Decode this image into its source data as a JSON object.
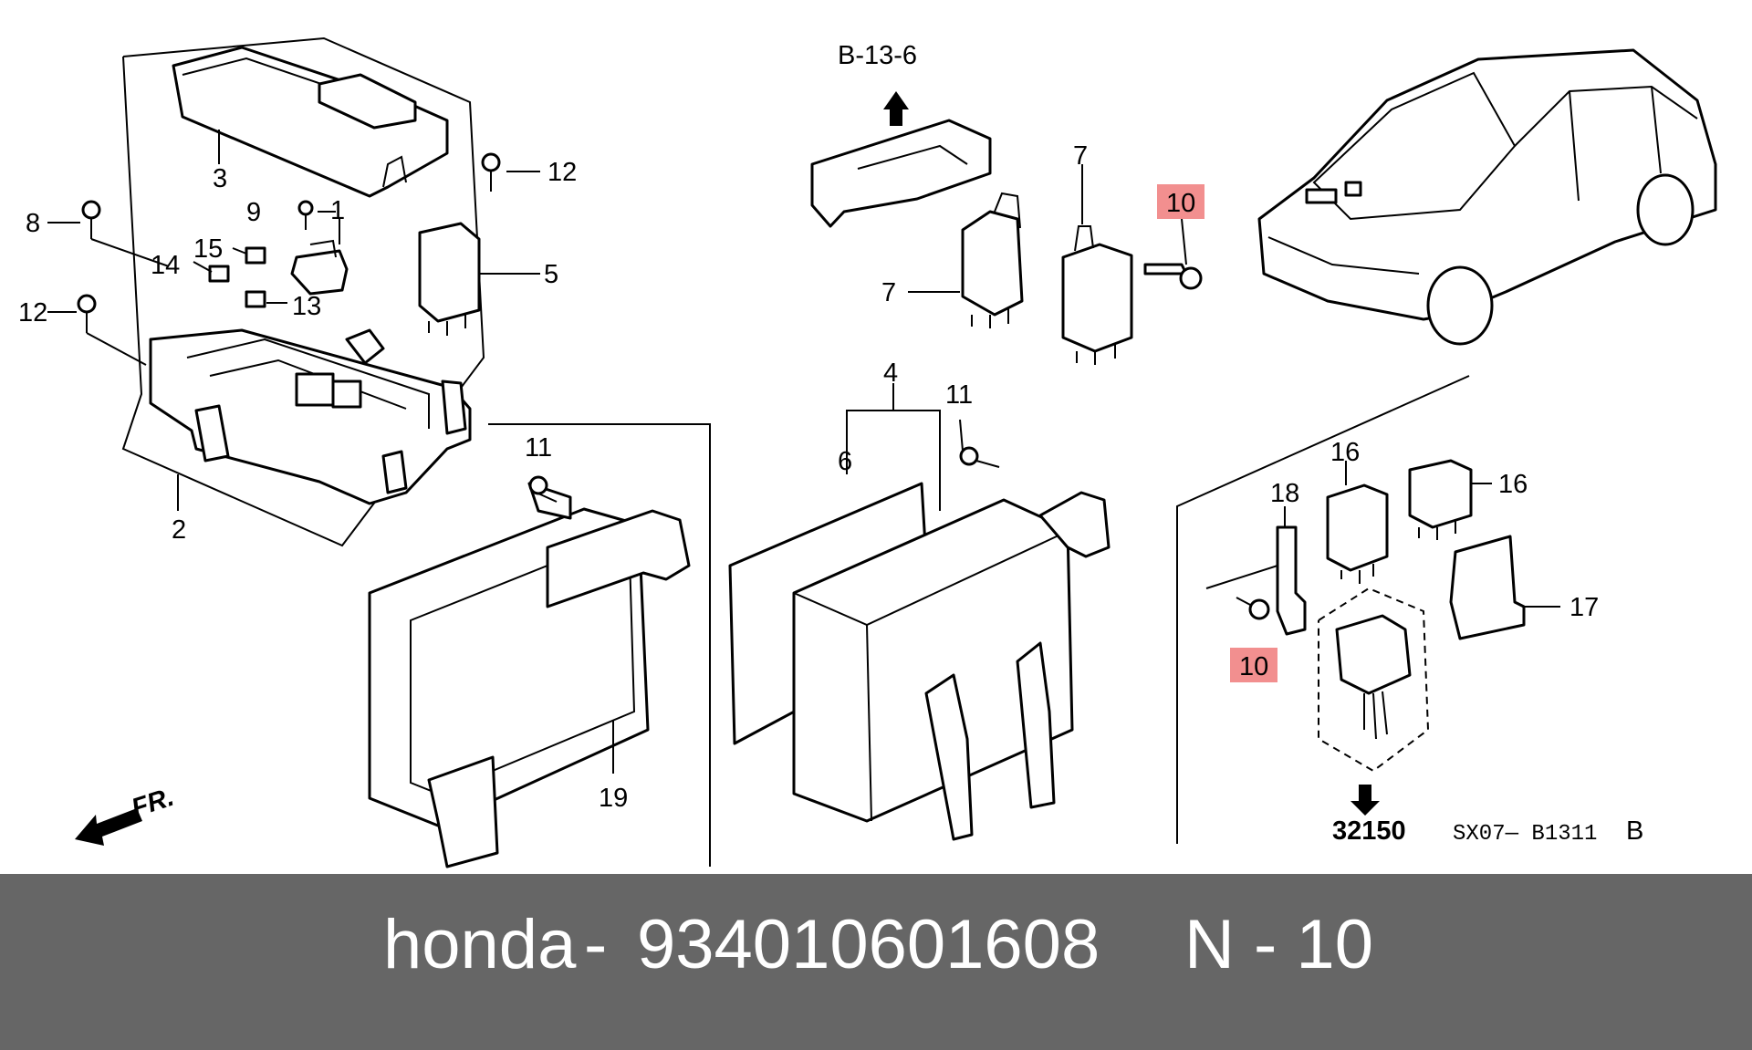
{
  "diagram": {
    "labels": {
      "ref_top": "B-13-6",
      "front": "FR.",
      "p1": "1",
      "p2": "2",
      "p3": "3",
      "p4": "4",
      "p5": "5",
      "p6": "6",
      "p7a": "7",
      "p7b": "7",
      "p8": "8",
      "p9": "9",
      "p10a": "10",
      "p10b": "10",
      "p11a": "11",
      "p11b": "11",
      "p12a": "12",
      "p12b": "12",
      "p13": "13",
      "p14": "14",
      "p15": "15",
      "p16a": "16",
      "p16b": "16",
      "p17": "17",
      "p18": "18",
      "p19": "19",
      "ref_bottom": "32150",
      "diagram_code": "SX07— B1311",
      "diagram_suffix": "B"
    },
    "highlighted_part": "10",
    "highlight_color": "#f28f8f"
  },
  "footer": {
    "brand": "honda",
    "separator": "-",
    "part_number": "934010601608",
    "position_code": "N - 10",
    "background": "#666666"
  }
}
